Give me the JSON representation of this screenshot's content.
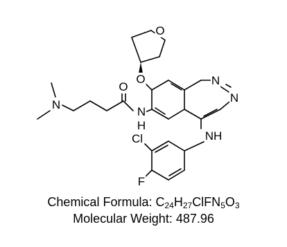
{
  "molecule": {
    "atoms": {
      "O_thf": "O",
      "O_ether": "O",
      "O_carbonyl": "O",
      "N_amine": "N",
      "N_amide": "N",
      "H_amide": "H",
      "N3": "N",
      "N1": "N",
      "N_aniline": "NH",
      "Cl": "Cl",
      "F": "F"
    }
  },
  "caption": {
    "formula_label": "Chemical Formula: ",
    "formula_parts": [
      {
        "text": "C",
        "sub": "24"
      },
      {
        "text": "H",
        "sub": "27"
      },
      {
        "text": "ClFN",
        "sub": "5"
      },
      {
        "text": "O",
        "sub": "3"
      }
    ],
    "weight_label": "Molecular Weight: ",
    "weight_value": "487.96"
  }
}
